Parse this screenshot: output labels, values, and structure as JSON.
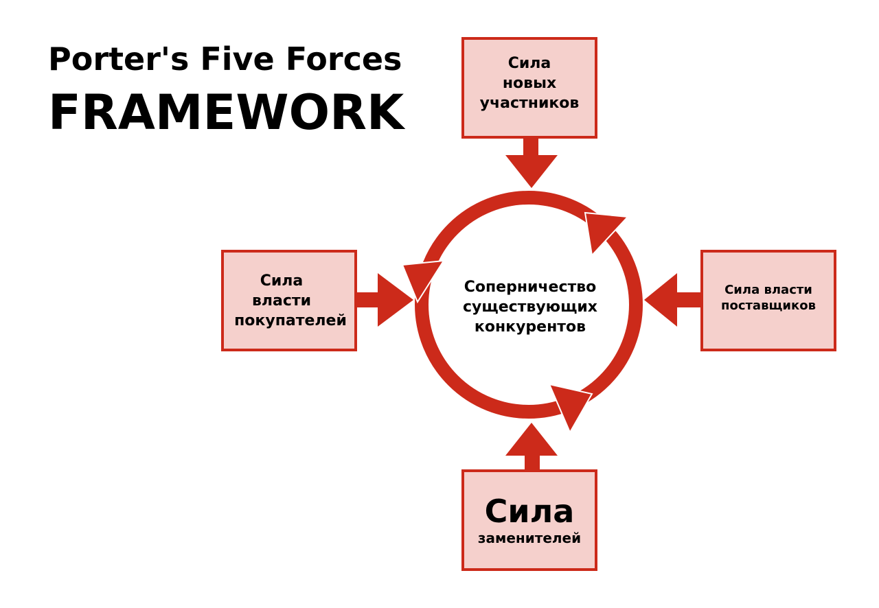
{
  "title": {
    "line1": "Porter's Five Forces",
    "line2": "FRAMEWORK"
  },
  "colors": {
    "accent": "#cc2a1a",
    "box_fill": "#f5d0cc",
    "text": "#000000"
  },
  "center": {
    "lines": [
      "Соперничество",
      "существующих",
      "конкурентов"
    ]
  },
  "forces": {
    "top": {
      "lines": [
        "Сила",
        "новых",
        "участников"
      ]
    },
    "left": {
      "lines": [
        "Сила",
        "власти",
        "покупателей"
      ]
    },
    "right": {
      "lines": [
        "Сила власти",
        "поставщиков"
      ]
    },
    "bottom": {
      "big": "Сила",
      "small": "заменителей"
    }
  }
}
